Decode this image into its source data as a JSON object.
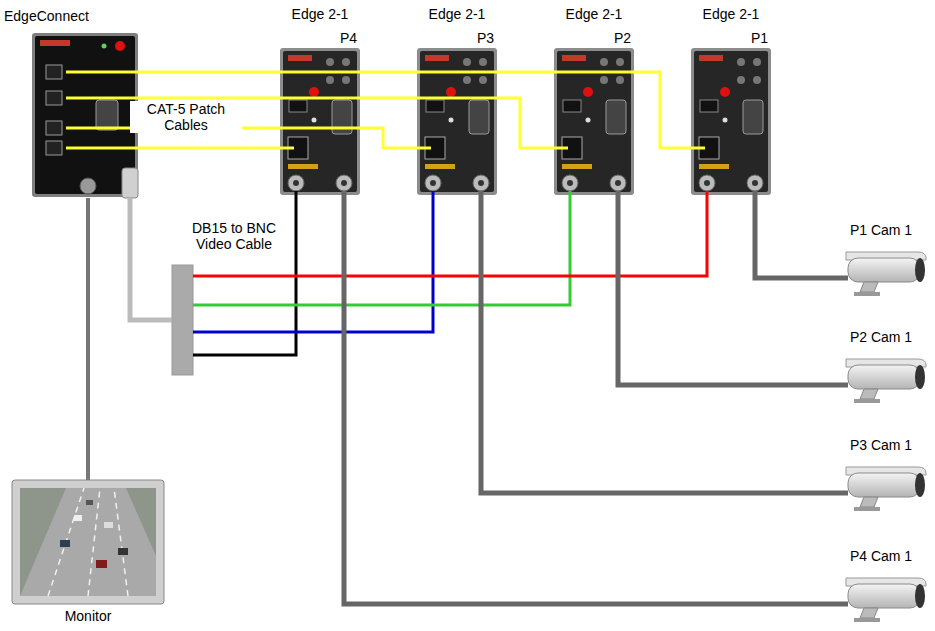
{
  "diagram": {
    "nodes": [
      {
        "text": [
          "EdgeConnect"
        ]
      },
      {
        "text": [
          "Edge 2-1",
          "P4"
        ]
      },
      {
        "text": [
          "Edge 2-1",
          "P3"
        ]
      },
      {
        "text": [
          "Edge 2-1",
          "P2"
        ]
      },
      {
        "text": [
          "Edge 2-1",
          "P1"
        ]
      },
      {
        "text": [
          "DB15 to BNC Video Cable"
        ]
      },
      {
        "text": [
          "P1 Cam 1"
        ]
      },
      {
        "text": [
          "P2 Cam 1"
        ]
      },
      {
        "text": [
          "P3 Cam 1"
        ]
      },
      {
        "text": [
          "P4 Cam 1"
        ]
      },
      {
        "text": [
          "Monitor"
        ]
      }
    ],
    "edges": [
      {
        "from": 0,
        "to": 1,
        "arrow": "none"
      },
      {
        "from": 0,
        "to": 2,
        "arrow": "none"
      },
      {
        "from": 0,
        "to": 3,
        "arrow": "none"
      },
      {
        "from": 0,
        "to": 4,
        "arrow": "none"
      },
      {
        "from": 0,
        "to": 5,
        "arrow": "none"
      },
      {
        "from": 5,
        "to": 1,
        "arrow": "none"
      },
      {
        "from": 5,
        "to": 2,
        "arrow": "none"
      },
      {
        "from": 5,
        "to": 3,
        "arrow": "none"
      },
      {
        "from": 5,
        "to": 4,
        "arrow": "none"
      },
      {
        "from": 4,
        "to": 6,
        "arrow": "none"
      },
      {
        "from": 3,
        "to": 7,
        "arrow": "none"
      },
      {
        "from": 2,
        "to": 8,
        "arrow": "none"
      },
      {
        "from": 1,
        "to": 9,
        "arrow": "none"
      },
      {
        "from": 0,
        "to": 10,
        "arrow": "none"
      }
    ],
    "labels": [
      "CAT-5 Patch Cables"
    ]
  }
}
